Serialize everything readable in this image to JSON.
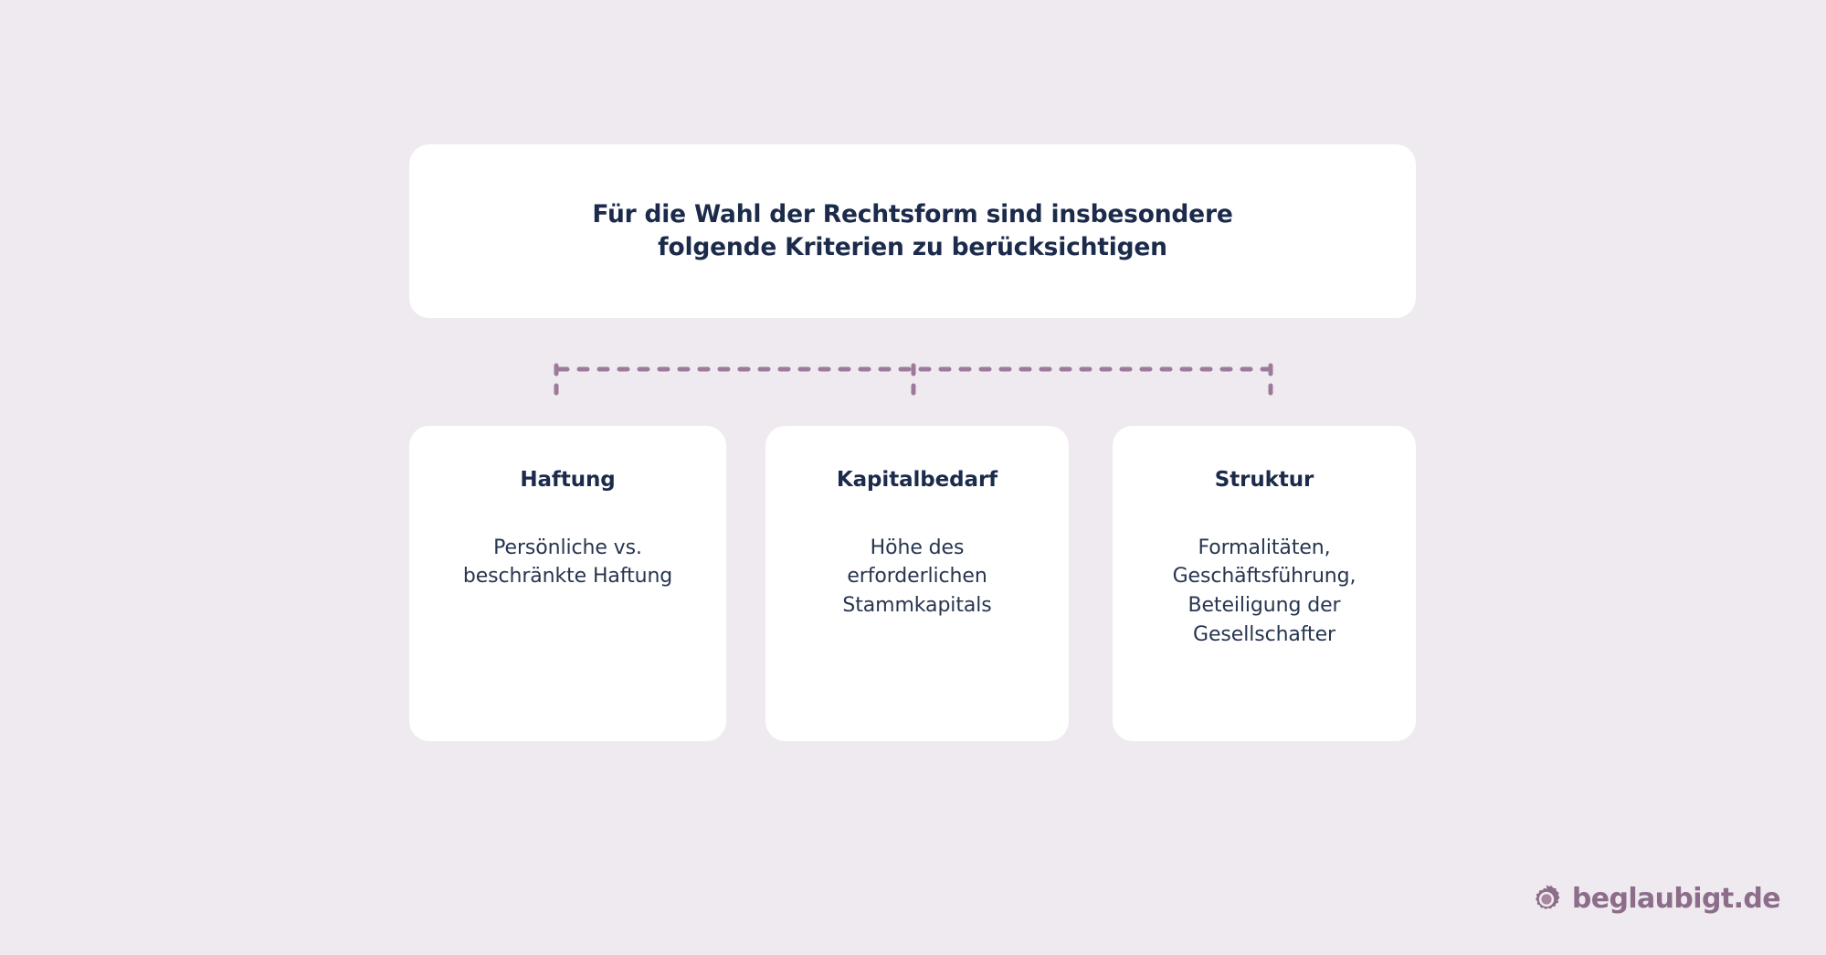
{
  "canvas": {
    "background_color": "#efeaef",
    "card_color": "#ffffff",
    "text_color": "#1c2b4b",
    "body_text_color": "#27354f",
    "connector_color": "#9c7b9a",
    "brand_color": "#8c6d8a"
  },
  "header": {
    "title": "Für die Wahl der Rechtsform sind insbesondere folgende Kriterien zu berücksichtigen",
    "line_1": "Für die Wahl der Rechtsform sind insbesondere",
    "line_2": "folgende Kriterien zu berücksichtigen"
  },
  "connector": {
    "style": "dashed",
    "color": "#9c7b9a",
    "branches": 3
  },
  "cards": [
    {
      "id": "haftung",
      "title": "Haftung",
      "body": "Persönliche vs. beschränkte Haftung"
    },
    {
      "id": "kapitalbedarf",
      "title": "Kapitalbedarf",
      "body": "Höhe des erforderlichen Stammkapitals"
    },
    {
      "id": "struktur",
      "title": "Struktur",
      "body": "Formalitäten, Geschäftsführung, Beteiligung der Gesellschafter"
    }
  ],
  "brand": {
    "name": "beglaubigt.de",
    "icon": "seal-badge-icon",
    "color": "#8c6d8a"
  }
}
